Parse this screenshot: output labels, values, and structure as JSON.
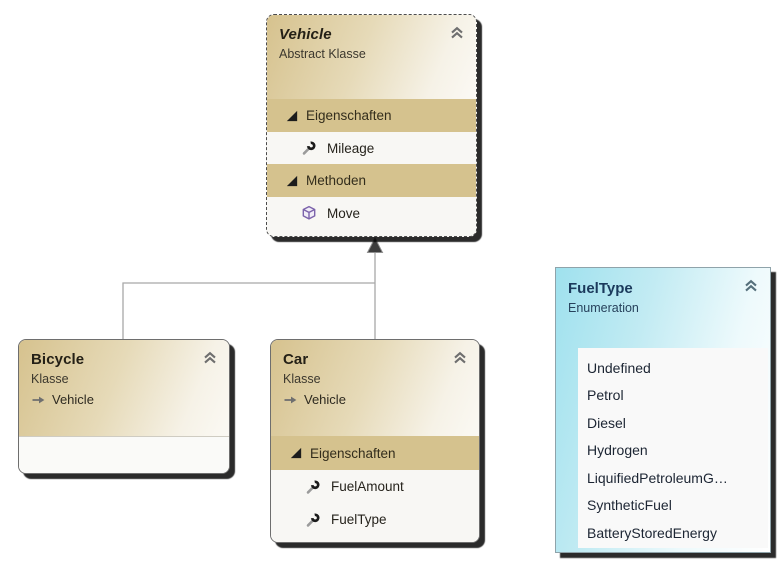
{
  "vehicle": {
    "title": "Vehicle",
    "subtitle": "Abstract Klasse",
    "collapse_icon": "double-chevron-up-icon",
    "sections": [
      {
        "label": "Eigenschaften",
        "expander_icon": "expanded-triangle-icon",
        "members": [
          {
            "icon": "wrench-icon",
            "name": "Mileage"
          }
        ]
      },
      {
        "label": "Methoden",
        "expander_icon": "expanded-triangle-icon",
        "members": [
          {
            "icon": "cube-icon",
            "name": "Move"
          }
        ]
      }
    ]
  },
  "bicycle": {
    "title": "Bicycle",
    "subtitle": "Klasse",
    "base_type": "Vehicle",
    "base_type_icon": "base-type-arrow-icon",
    "collapse_icon": "double-chevron-up-icon"
  },
  "car": {
    "title": "Car",
    "subtitle": "Klasse",
    "base_type": "Vehicle",
    "base_type_icon": "base-type-arrow-icon",
    "collapse_icon": "double-chevron-up-icon",
    "sections": [
      {
        "label": "Eigenschaften",
        "expander_icon": "expanded-triangle-icon",
        "members": [
          {
            "icon": "wrench-icon",
            "name": "FuelAmount"
          },
          {
            "icon": "wrench-icon",
            "name": "FuelType"
          }
        ]
      }
    ]
  },
  "fueltype": {
    "title": "FuelType",
    "subtitle": "Enumeration",
    "collapse_icon": "double-chevron-up-icon",
    "values": [
      "Undefined",
      "Petrol",
      "Diesel",
      "Hydrogen",
      "LiquifiedPetroleumG…",
      "SyntheticFuel",
      "BatteryStoredEnergy"
    ]
  },
  "relationships": [
    {
      "type": "inheritance",
      "from": "Bicycle",
      "to": "Vehicle"
    },
    {
      "type": "inheritance",
      "from": "Car",
      "to": "Vehicle"
    }
  ],
  "colors": {
    "class_header_tan": "#d6c28e",
    "section_bar_tan": "#d5c28e",
    "row_background": "#f8f7f4",
    "enum_header_cyan": "#9fe1ee",
    "enum_title_navy": "#1b3a5c",
    "connector_gray": "#a8a8a8",
    "arrowhead_dark": "#3c3c3c",
    "method_icon_purple": "#7c63ab",
    "shadow_black": "#000000"
  }
}
